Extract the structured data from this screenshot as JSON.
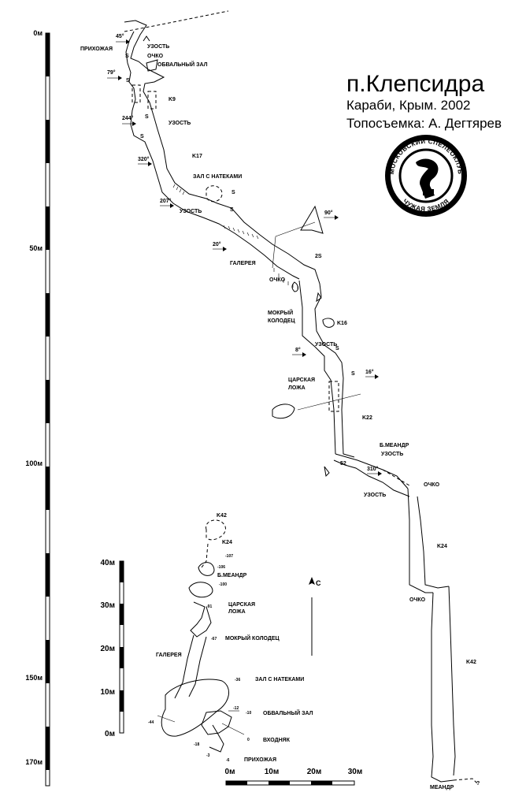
{
  "title": "п.Клепсидра",
  "location": "Караби, Крым. 2002",
  "surveyor": "Топосъемка: А. Дегтярев",
  "stamp": {
    "top_text": "МОСКОВСКИЙ СПЕЛЕОКЛУБ",
    "bottom_text": "ЧУЖАЯ ЗЕМЛЯ"
  },
  "depth_scale": {
    "labels": [
      "0м",
      "50м",
      "100м",
      "150м",
      "170м"
    ]
  },
  "profile_labels": {
    "prikhozhaya": "ПРИХОЖАЯ",
    "uzost1": "УЗОСТЬ",
    "ochko1": "ОЧКО",
    "obvalny_zal": "ОБВАЛЬНЫЙ ЗАЛ",
    "k9": "K9",
    "uzost2": "УЗОСТЬ",
    "k17": "K17",
    "zal_s_natekami": "ЗАЛ С НАТЕКАМИ",
    "uzost3": "УЗОСТЬ",
    "galereya": "ГАЛЕРЕЯ",
    "ochko2": "ОЧКО",
    "mokry_line1": "МОКРЫЙ",
    "mokry_line2": "КОЛОДЕЦ",
    "k16": "K16",
    "uzost4": "УЗОСТЬ",
    "tsarskaya_line1": "ЦАРСКАЯ",
    "tsarskaya_line2": "ЛОЖА",
    "k22": "K22",
    "b_meandr": "Б.МЕАНДР",
    "uzost5": "УЗОСТЬ",
    "num52": "52",
    "uzost6": "УЗОСТЬ",
    "ochko3": "ОЧКО",
    "k24": "K24",
    "ochko4": "ОЧКО",
    "k42": "K42",
    "meandr": "МЕАНДР",
    "question": "?",
    "s": "S",
    "two_s": "2S"
  },
  "azimuths": [
    "45°",
    "79°",
    "244°",
    "320°",
    "207°",
    "20°",
    "90°",
    "8°",
    "16°",
    "310°"
  ],
  "plan_scale": {
    "labels": [
      "40м",
      "30м",
      "20м",
      "10м",
      "0м"
    ]
  },
  "plan_labels": {
    "k42": "K42",
    "k24": "K24",
    "d107": "-107",
    "d106": "-106",
    "b_meandr": "Б.МЕАНДР",
    "d100": "-100",
    "d91": "-91",
    "tsarskaya_line1": "ЦАРСКАЯ",
    "tsarskaya_line2": "ЛОЖА",
    "d67": "-67",
    "mokry": "МОКРЫЙ КОЛОДЕЦ",
    "galereya": "ГАЛЕРЕЯ",
    "d36": "-36",
    "zal": "ЗАЛ С НАТЕКАМИ",
    "d44": "-44",
    "d12": "-12",
    "d10": "-10",
    "obvalny": "ОБВАЛЬНЫЙ ЗАЛ",
    "d0": "0",
    "vkhodnyak": "ВХОДНЯК",
    "d18": "-18",
    "d3": "-3",
    "d6": "-6",
    "prikhozhaya": "ПРИХОЖАЯ",
    "north": "C"
  },
  "horizontal_scale": {
    "labels": [
      "0м",
      "10м",
      "20м",
      "30м"
    ]
  }
}
